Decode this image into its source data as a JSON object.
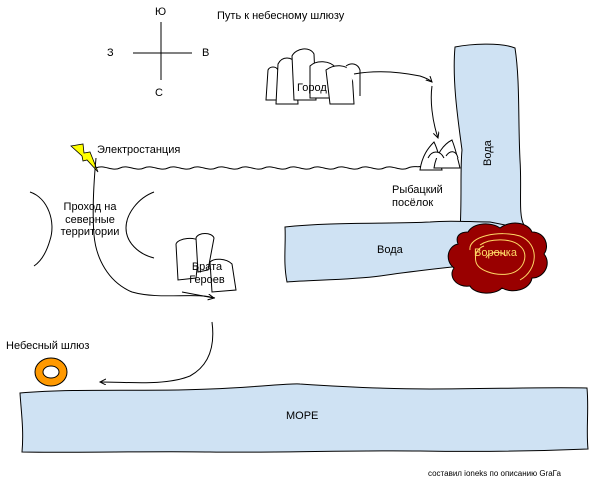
{
  "title": "Путь к небесному шлюзу",
  "compass": {
    "north": "Ю",
    "south": "С",
    "west": "З",
    "east": "В"
  },
  "places": {
    "city": "Город",
    "power_station": "Электростанция",
    "north_pass": [
      "Проход на",
      "северные",
      "территории"
    ],
    "hero_gate": [
      "Врата",
      "Героев"
    ],
    "fishing_village": [
      "Рыбацкий",
      "посёлок"
    ],
    "sky_gate": "Небесный шлюз",
    "funnel": "Воронка"
  },
  "water": {
    "river": "Вода",
    "lake": "Вода",
    "sea": "МОРЕ"
  },
  "colors": {
    "water": "#cfe2f3",
    "funnel_fill": "#990000",
    "funnel_text": "#ffd966",
    "ring": "#ff9900",
    "lightning": "#ffff00"
  },
  "credit": "составил ioneks по описанию GraГа"
}
